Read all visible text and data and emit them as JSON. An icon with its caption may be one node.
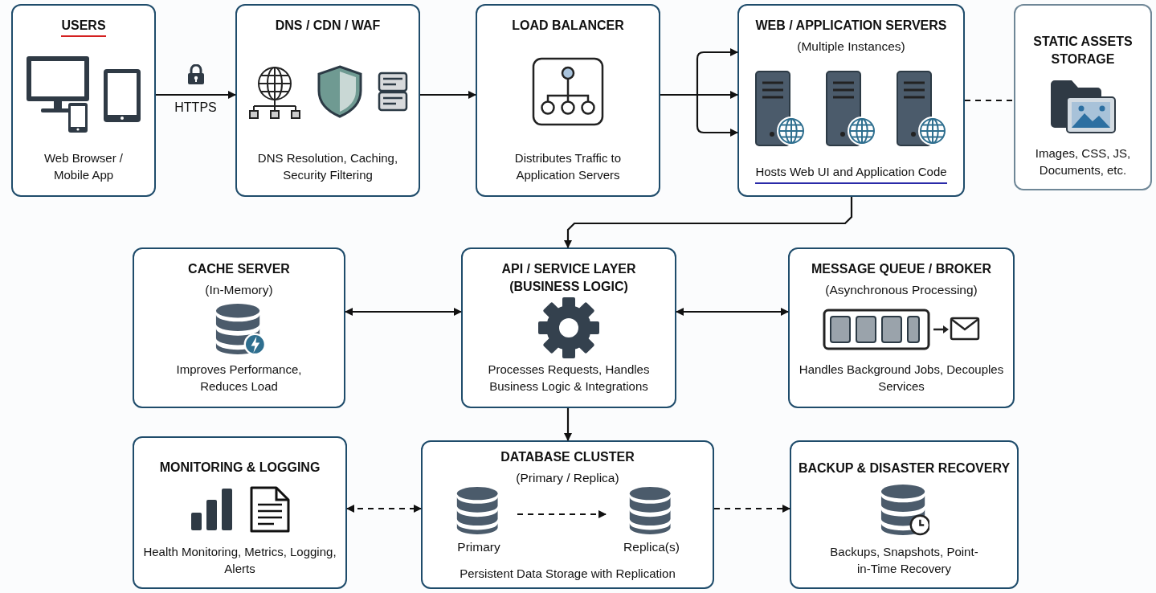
{
  "diagram": {
    "nodes": [
      {
        "text": [
          "USERS",
          "Web Browser / Mobile App"
        ]
      },
      {
        "text": [
          "DNS / CDN / WAF",
          "DNS Resolution, Caching, Security Filtering"
        ]
      },
      {
        "text": [
          "LOAD BALANCER",
          "Distributes Traffic to Application Servers"
        ]
      },
      {
        "text": [
          "WEB / APPLICATION SERVERS",
          "(Multiple Instances)",
          "Hosts Web UI and Application Code"
        ]
      },
      {
        "text": [
          "STATIC ASSETS STORAGE",
          "Images, CSS, JS, Documents, etc."
        ]
      },
      {
        "text": [
          "CACHE SERVER",
          "(In-Memory)",
          "Improves Performance, Reduces Load"
        ]
      },
      {
        "text": [
          "API / SERVICE LAYER (BUSINESS LOGIC)",
          "Processes Requests, Handles Business Logic & Integrations"
        ]
      },
      {
        "text": [
          "MESSAGE QUEUE / BROKER",
          "(Asynchronous Processing)",
          "Handles Background Jobs, Decouples Services"
        ]
      },
      {
        "text": [
          "MONITORING & LOGGING",
          "Health Monitoring, Metrics, Logging, Alerts"
        ]
      },
      {
        "text": [
          "DATABASE CLUSTER",
          "(Primary / Replica)",
          "Persistent Data Storage with Replication"
        ]
      },
      {
        "text": [
          "Primary"
        ],
        "in": 9
      },
      {
        "text": [
          "Replica(s)"
        ],
        "in": 9
      },
      {
        "text": [
          "BACKUP & DISASTER RECOVERY",
          "Backups, Snapshots, Point-in-Time Recovery"
        ]
      }
    ],
    "edges": [
      {
        "from": 0,
        "to": 1,
        "arrow": "to",
        "label": "HTTPS"
      },
      {
        "from": 1,
        "to": 2,
        "arrow": "to"
      },
      {
        "from": 2,
        "to": 3,
        "arrow": "to"
      },
      {
        "from": 3,
        "to": 4,
        "arrow": "none",
        "style": "dashed"
      },
      {
        "from": 3,
        "to": 6,
        "arrow": "to"
      },
      {
        "from": 5,
        "to": 6,
        "arrow": "both"
      },
      {
        "from": 6,
        "to": 7,
        "arrow": "both"
      },
      {
        "from": 6,
        "to": 9,
        "arrow": "to"
      },
      {
        "from": 8,
        "to": 9,
        "arrow": "both",
        "style": "dashed"
      },
      {
        "from": 10,
        "to": 11,
        "arrow": "to",
        "style": "dashed"
      },
      {
        "from": 9,
        "to": 12,
        "arrow": "to",
        "style": "dashed"
      }
    ]
  }
}
